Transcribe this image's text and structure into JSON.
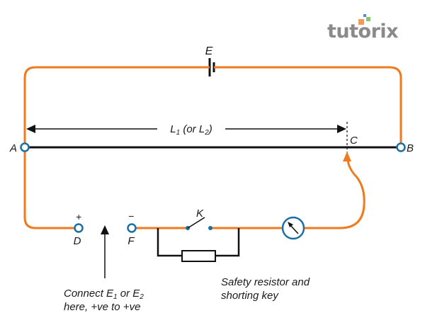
{
  "logo": {
    "text": "tutorix",
    "square_colors": [
      "#f29a5c",
      "#8cc66b",
      "#4a8fd8"
    ]
  },
  "colors": {
    "wire_main": "#f07a1e",
    "wire_plain": "#111111",
    "terminal": "#1b6fa3",
    "contact": "#1b6fa3"
  },
  "labels": {
    "battery": "E",
    "point_a": "A",
    "point_b": "B",
    "point_c": "C",
    "point_d": "D",
    "point_f": "F",
    "plus": "+",
    "minus": "−",
    "key": "K",
    "length_main": "L",
    "length_sub1": "1",
    "length_mid": " (or L",
    "length_sub2": "2",
    "length_close": ")"
  },
  "annotations": {
    "connect_line1_a": "Connect E",
    "connect_line1_sub1": "1",
    "connect_line1_b": " or E",
    "connect_line1_sub2": "2",
    "connect_line2": "here, +ve to +ve",
    "safety_line1": "Safety resistor and",
    "safety_line2": "shorting key"
  },
  "components": [
    {
      "type": "cell",
      "label": "E"
    },
    {
      "type": "potentiometer-wire",
      "ends": [
        "A",
        "B"
      ]
    },
    {
      "type": "jockey",
      "label": "C"
    },
    {
      "type": "terminal",
      "label": "D",
      "polarity": "+"
    },
    {
      "type": "terminal",
      "label": "F",
      "polarity": "-"
    },
    {
      "type": "key",
      "label": "K"
    },
    {
      "type": "resistor",
      "role": "safety resistor"
    },
    {
      "type": "galvanometer"
    }
  ]
}
